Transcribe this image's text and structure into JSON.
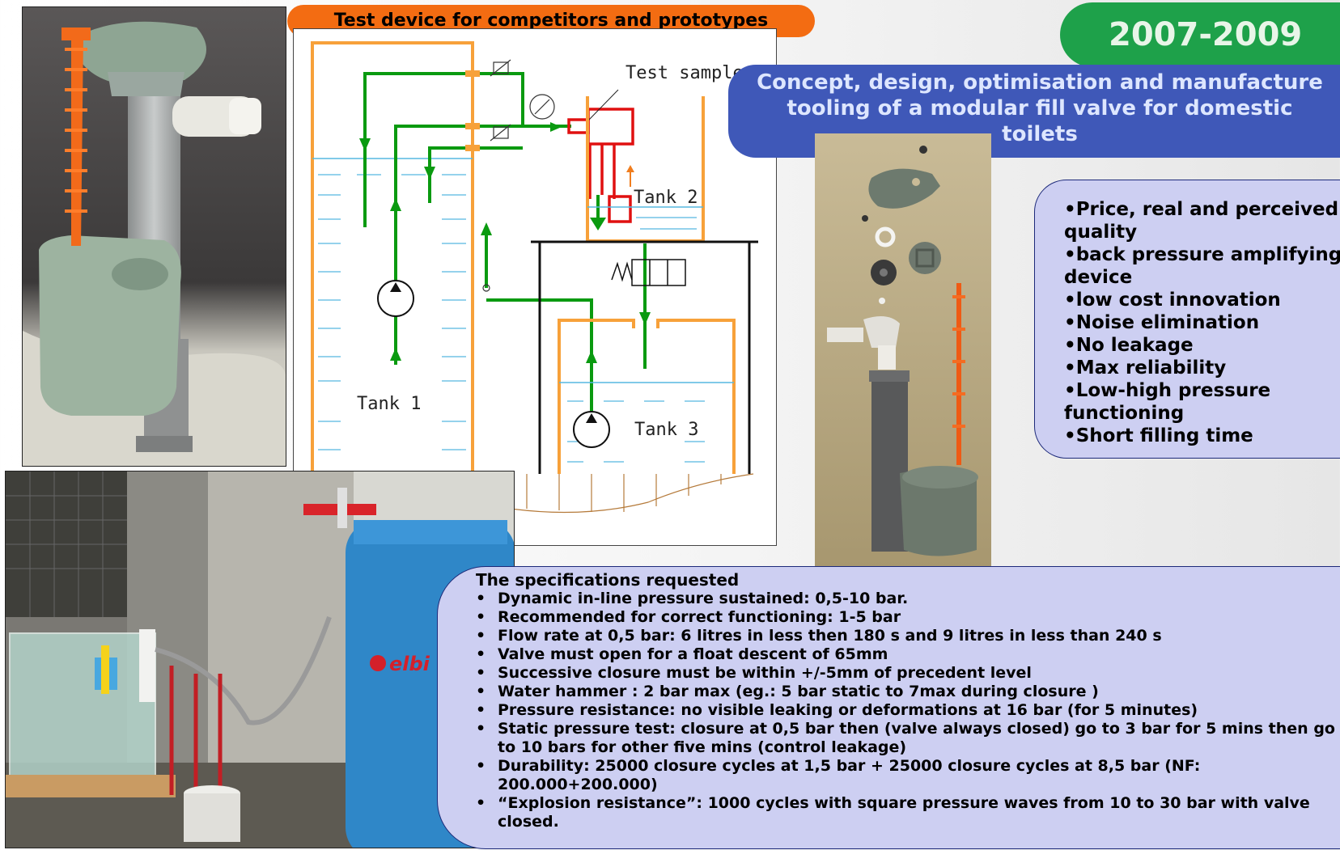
{
  "title_banner": "Test device for competitors and prototypes",
  "year_badge": "2007-2009",
  "project_banner": {
    "lines": [
      "Concept, design, optimisation and manufacture",
      "tooling of a modular fill valve for domestic",
      "toilets"
    ]
  },
  "diagram": {
    "test_sample_label": "Test sample",
    "tank1_label": "Tank 1",
    "tank2_label": "Tank 2",
    "tank3_label": "Tank 3"
  },
  "features": [
    "•Price, real and perceived quality",
    "•back pressure amplifying device",
    "•low cost innovation",
    "•Noise elimination",
    "•No leakage",
    "•Max reliability",
    "•Low-high pressure functioning",
    "•Short filling time"
  ],
  "specs": {
    "title": "The specifications requested",
    "bullet": "•",
    "items": [
      "Dynamic in-line pressure sustained: 0,5-10 bar.",
      "Recommended for correct functioning: 1-5 bar",
      "Flow rate at 0,5 bar: 6 litres in less then 180 s and 9 litres in less than 240 s",
      "Valve must open for a float descent of 65mm",
      "Successive closure must be within +/-5mm of precedent level",
      "Water hammer : 2 bar max (eg.: 5 bar static to 7max during closure )",
      "Pressure resistance: no visible leaking or deformations at 16 bar (for 5 minutes)",
      "Static pressure test: closure at 0,5 bar then (valve always closed) go to 3 bar for 5 mins then go to 10 bars for other five mins (control leakage)",
      "Durability: 25000 closure cycles at 1,5 bar + 25000 closure cycles at 8,5 bar (NF: 200.000+200.000)",
      "“Explosion resistance”: 1000 cycles with square pressure waves from 10 to 30 bar with valve closed."
    ]
  },
  "rig_photo": {
    "cylinder_brand": "elbi"
  },
  "colors": {
    "orange": "#f36c12",
    "green": "#1ea14a",
    "blue_banner": "#3f58b8",
    "lavender_box": "#cdcff2",
    "pipe_green": "#0a9a10",
    "tank_orange": "#f7a13a",
    "sample_red": "#e01010"
  }
}
